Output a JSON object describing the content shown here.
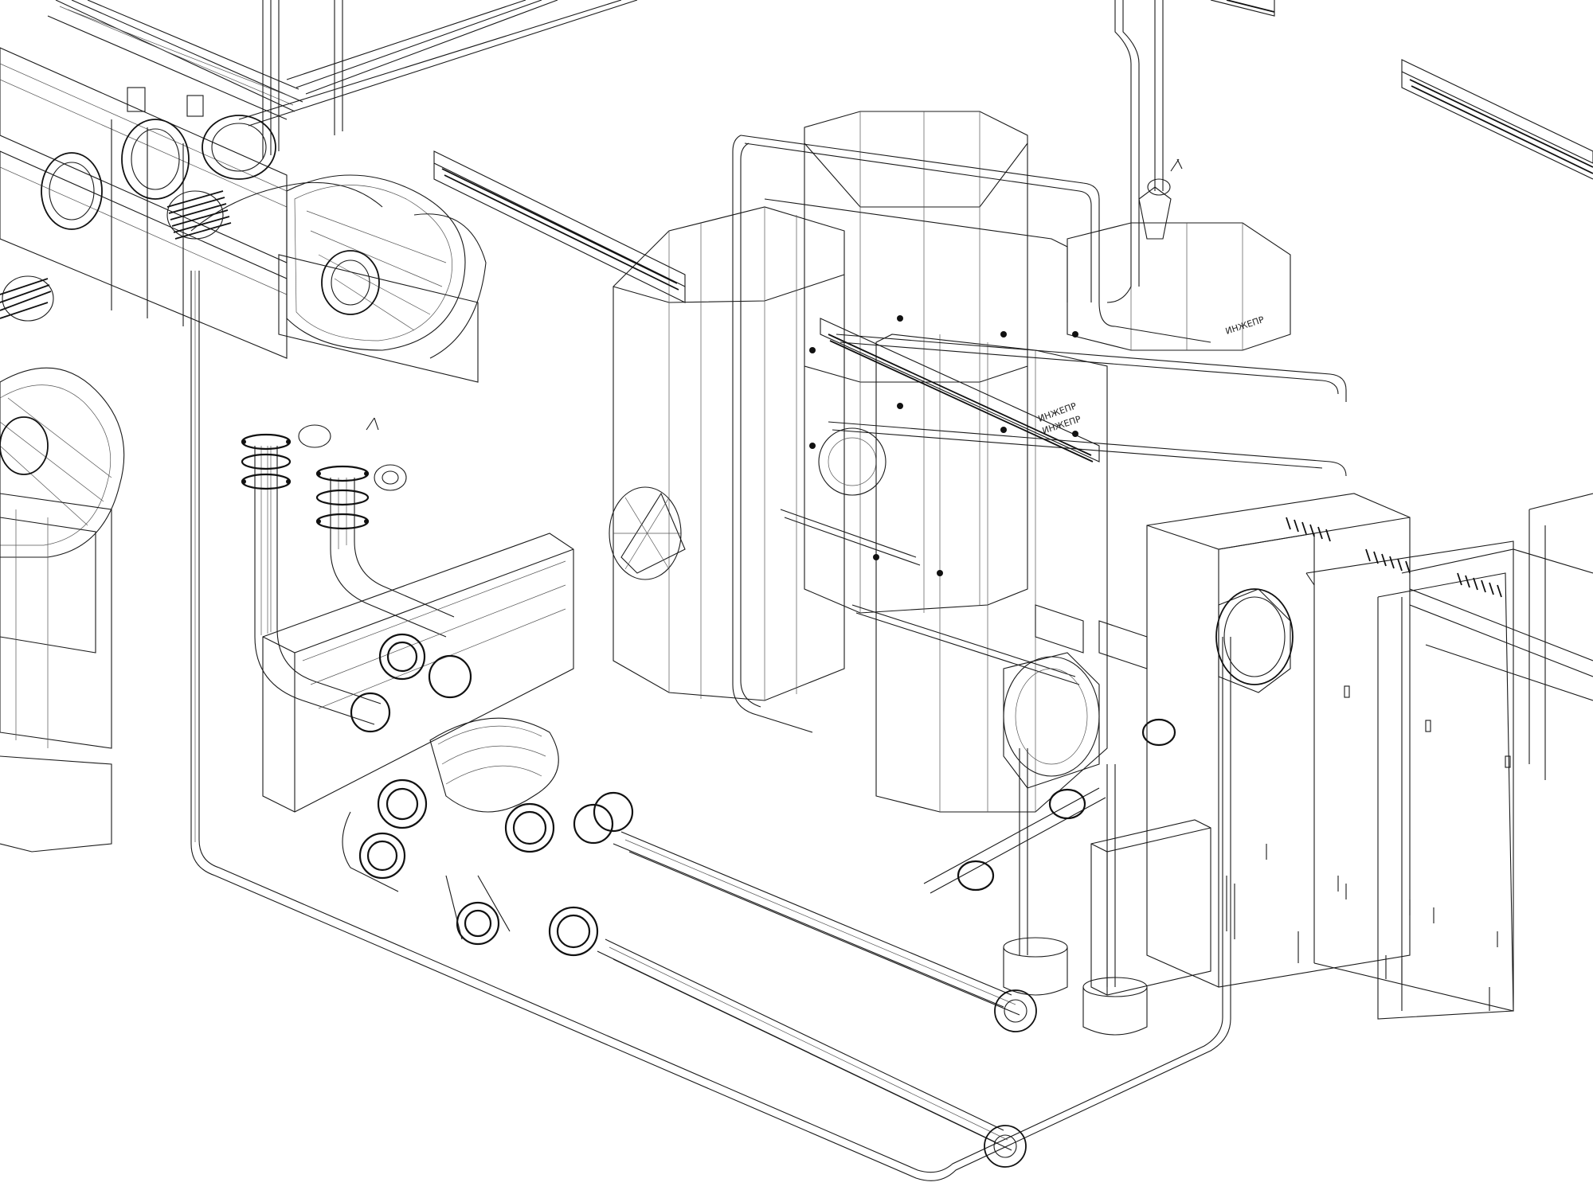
{
  "drawing": {
    "style": "isometric wireframe line drawing",
    "line_color": "#1a1a1a",
    "background_color": "#ffffff",
    "tank_labels": [
      "ИНЖЕПР",
      "ИНЖЕПР",
      "ИНЖЕПР"
    ]
  }
}
